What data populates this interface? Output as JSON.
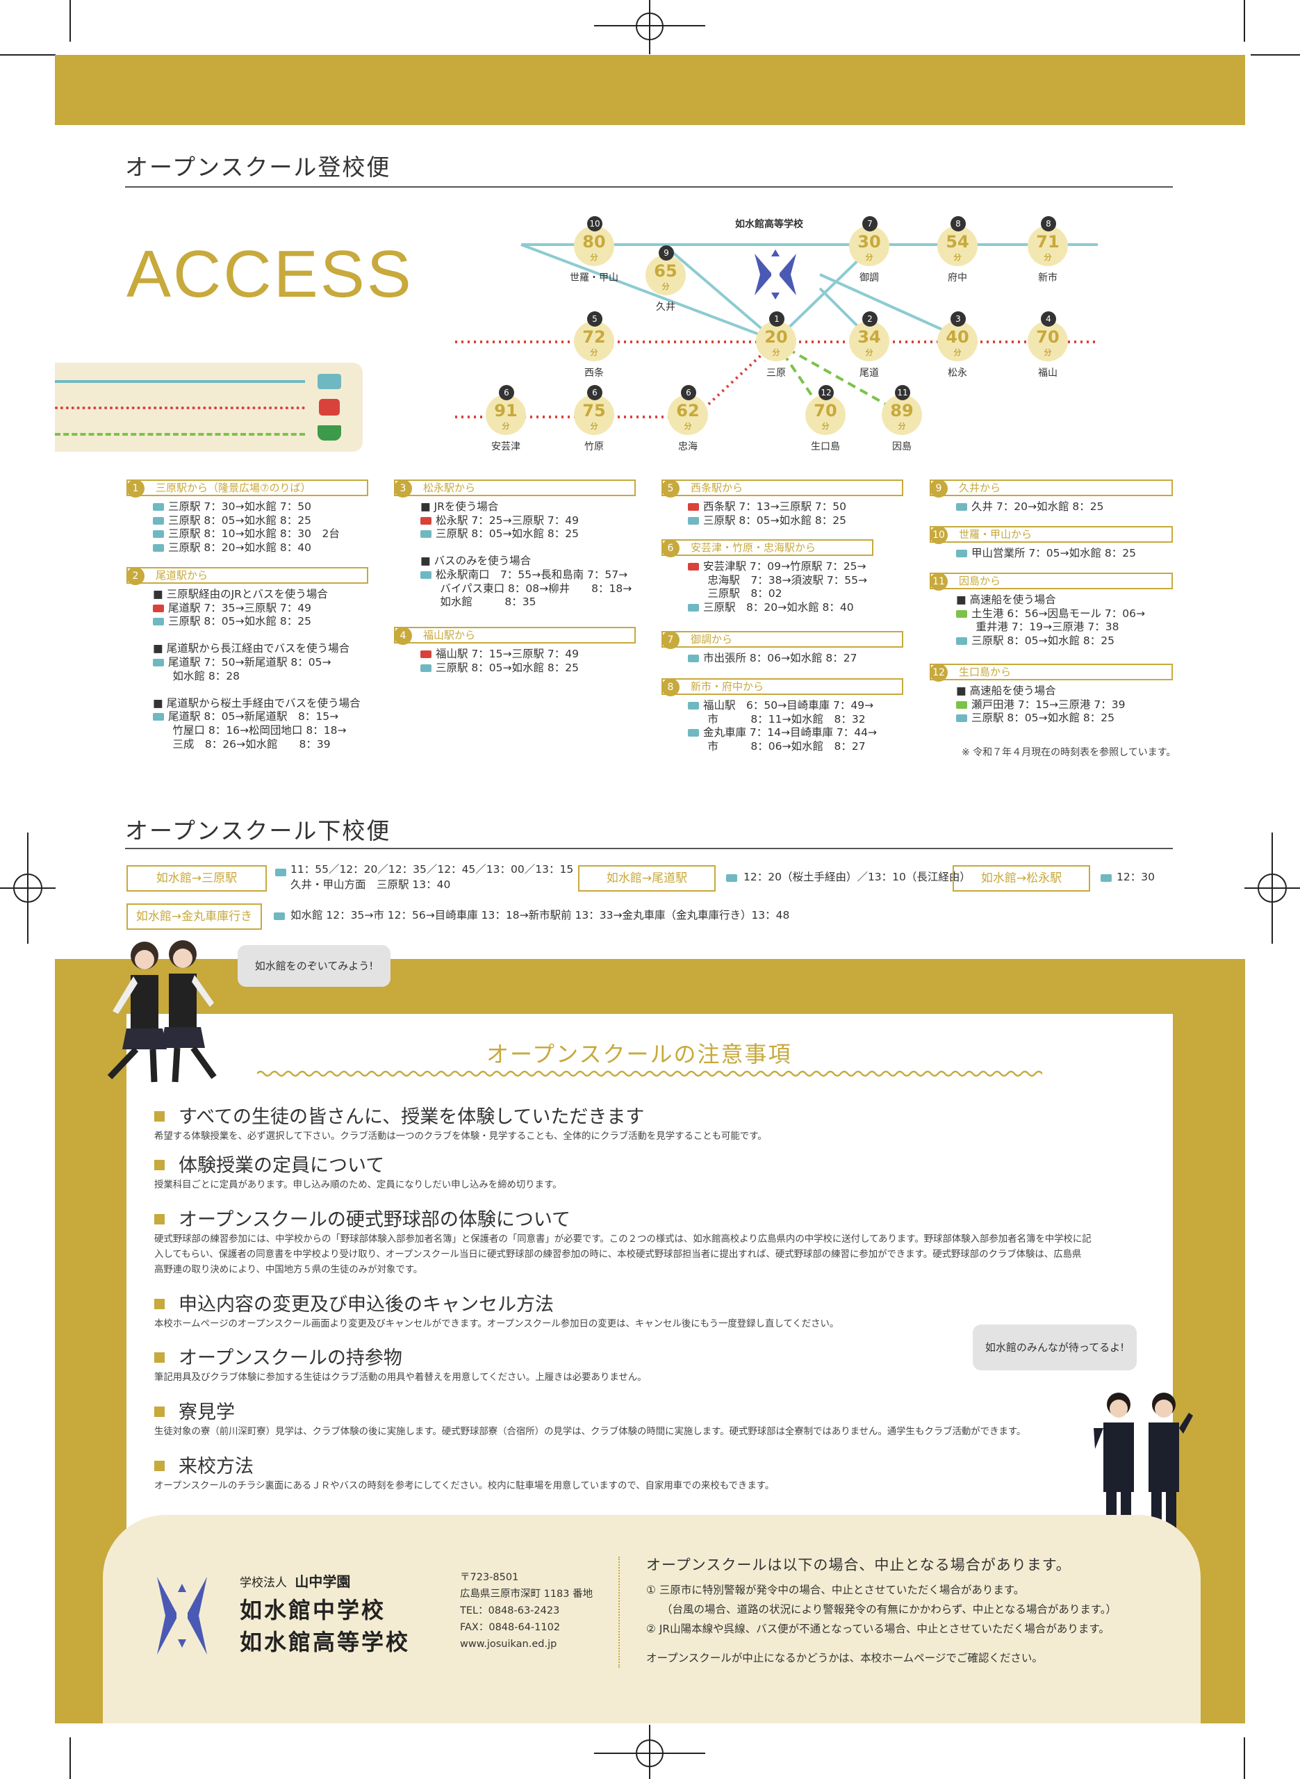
{
  "section1_title": "オープンスクール登校便",
  "access_word": "ACCESS",
  "school_label": "如水館高等学校",
  "map_nodes": [
    {
      "label": "世羅・甲山",
      "num": "10",
      "min": "80"
    },
    {
      "label": "久井",
      "num": "9",
      "min": "65"
    },
    {
      "label": "御調",
      "num": "7",
      "min": "30"
    },
    {
      "label": "府中",
      "num": "8",
      "min": "54"
    },
    {
      "label": "新市",
      "num": "8",
      "min": "71"
    },
    {
      "label": "西条",
      "num": "5",
      "min": "72"
    },
    {
      "label": "三原",
      "num": "1",
      "min": "20"
    },
    {
      "label": "尾道",
      "num": "2",
      "min": "34"
    },
    {
      "label": "松永",
      "num": "3",
      "min": "40"
    },
    {
      "label": "福山",
      "num": "4",
      "min": "70"
    },
    {
      "label": "安芸津",
      "num": "6",
      "min": "91"
    },
    {
      "label": "竹原",
      "num": "6",
      "min": "75"
    },
    {
      "label": "忠海",
      "num": "6",
      "min": "62"
    },
    {
      "label": "生口島",
      "num": "12",
      "min": "70"
    },
    {
      "label": "因島",
      "num": "11",
      "min": "89"
    }
  ],
  "min_unit": "分",
  "routes": [
    {
      "num": "1",
      "title": "三原駅から（隆景広場⑦のりば）",
      "lines": "[bus]三原駅 7：30→如水館 7：50\n[bus]三原駅 8：05→如水館 8：25\n[bus]三原駅 8：10→如水館 8：30　2台\n[bus]三原駅 8：20→如水館 8：40"
    },
    {
      "num": "2",
      "title": "尾道駅から",
      "lines": "■ 三原駅経由のJRとバスを使う場合\n[train]尾道駅 7：35→三原駅 7：49\n[bus]三原駅 8：05→如水館 8：25\n\n■ 尾道駅から長江経由でバスを使う場合\n[bus]尾道駅 7：50→新尾道駅 8：05→\n　 如水館 8：28\n\n■ 尾道駅から桜土手経由でバスを使う場合\n[bus]尾道駅 8：05→新尾道駅　8：15→\n　 竹屋口 8：16→松岡団地口 8：18→\n　 三成　8：26→如水館　　8：39"
    },
    {
      "num": "3",
      "title": "松永駅から",
      "lines": "■ JRを使う場合\n[train]松永駅 7：25→三原駅 7：49\n[bus]三原駅 8：05→如水館 8：25\n\n■ バスのみを使う場合\n[bus]松永駅南口　7：55→長和島南 7：57→\n　 バイパス東口 8：08→柳井　　8：18→\n　 如水館　　　8：35"
    },
    {
      "num": "4",
      "title": "福山駅から",
      "lines": "[train]福山駅 7：15→三原駅 7：49\n[bus]三原駅 8：05→如水館 8：25"
    },
    {
      "num": "5",
      "title": "西条駅から",
      "lines": "[train]西条駅 7：13→三原駅 7：50\n[bus]三原駅 8：05→如水館 8：25"
    },
    {
      "num": "6",
      "title": "安芸津・竹原・忠海駅から",
      "lines": "[train]安芸津駅 7：09→竹原駅 7：25→\n　 忠海駅　7：38→須波駅 7：55→\n　 三原駅　8：02\n[bus]三原駅　8：20→如水館 8：40"
    },
    {
      "num": "7",
      "title": "御調から",
      "lines": "[bus]市出張所 8：06→如水館 8：27"
    },
    {
      "num": "8",
      "title": "新市・府中から",
      "lines": "[bus]福山駅　6：50→目崎車庫 7：49→\n　 市　　　8：11→如水館　8：32\n[bus]金丸車庫 7：14→目崎車庫 7：44→\n　 市　　　8：06→如水館　8：27"
    },
    {
      "num": "9",
      "title": "久井から",
      "lines": "[bus]久井 7：20→如水館 8：25"
    },
    {
      "num": "10",
      "title": "世羅・甲山から",
      "lines": "[bus]甲山営業所 7：05→如水館 8：25"
    },
    {
      "num": "11",
      "title": "因島から",
      "lines": "■ 高速船を使う場合\n[ship]土生港 6：56→因島モール 7：06→\n　 重井港 7：19→三原港 7：38\n[bus]三原駅 8：05→如水館 8：25"
    },
    {
      "num": "12",
      "title": "生口島から",
      "lines": "■ 高速船を使う場合\n[ship]瀬戸田港 7：15→三原港 7：39\n[bus]三原駅 8：05→如水館 8：25"
    }
  ],
  "timetable_note": "※ 令和７年４月現在の時刻表を参照しています。",
  "section2_title": "オープンスクール下校便",
  "departures": [
    {
      "label": "如水館→三原駅",
      "times": "11：55／12：20／12：35／12：45／13：00／13：15\n久井・甲山方面　三原駅 13：40"
    },
    {
      "label": "如水館→尾道駅",
      "times": "12：20（桜土手経由）／13：10（長江経由）"
    },
    {
      "label": "如水館→松永駅",
      "times": "12：30"
    },
    {
      "label": "如水館→金丸車庫行き",
      "times": "如水館 12：35→市 12：56→目崎車庫 13：18→新市駅前 13：33→金丸車庫（金丸車庫行き）13：48"
    }
  ],
  "bubble1": "如水館をのぞいてみよう!",
  "bubble2": "如水館のみんなが待ってるよ!",
  "notes_title": "オープンスクールの注意事項",
  "notes": [
    {
      "h": "すべての生徒の皆さんに、授業を体験していただきます",
      "b": "希望する体験授業を、必ず選択して下さい。クラブ活動は一つのクラブを体験・見学することも、全体的にクラブ活動を見学することも可能です。"
    },
    {
      "h": "体験授業の定員について",
      "b": "授業科目ごとに定員があります。申し込み順のため、定員になりしだい申し込みを締め切ります。"
    },
    {
      "h": "オープンスクールの硬式野球部の体験について",
      "b": "硬式野球部の練習参加には、中学校からの「野球部体験入部参加者名簿」と保護者の「同意書」が必要です。この２つの様式は、如水館高校より広島県内の中学校に送付してあります。野球部体験入部参加者名簿を中学校に記\n入してもらい、保護者の同意書を中学校より受け取り、オープンスクール当日に硬式野球部の練習参加の時に、本校硬式野球部担当者に提出すれば、硬式野球部の練習に参加ができます。硬式野球部のクラブ体験は、広島県\n高野連の取り決めにより、中国地方５県の生徒のみが対象です。"
    },
    {
      "h": "申込内容の変更及び申込後のキャンセル方法",
      "b": "本校ホームページのオープンスクール画面より変更及びキャンセルができます。オープンスクール参加日の変更は、キャンセル後にもう一度登録し直してください。"
    },
    {
      "h": "オープンスクールの持参物",
      "b": "筆記用具及びクラブ体験に参加する生徒はクラブ活動の用具や着替えを用意してください。上履きは必要ありません。"
    },
    {
      "h": "寮見学",
      "b": "生徒対象の寮（前川深町寮）見学は、クラブ体験の後に実施します。硬式野球部寮（合宿所）の見学は、クラブ体験の時間に実施します。硬式野球部は全寮制ではありません。通学生もクラブ活動ができます。"
    },
    {
      "h": "来校方法",
      "b": "オープンスクールのチラシ裏面にあるＪＲやバスの時刻を参考にしてください。校内に駐車場を用意していますので、自家用車での来校もできます。"
    }
  ],
  "footer": {
    "corp_prefix": "学校法人",
    "corp_name": "山中学園",
    "school1": "如水館中学校",
    "school2": "如水館高等学校",
    "postal": "〒723-8501",
    "address": "広島県三原市深町 1183 番地",
    "tel": "TEL：0848-63-2423",
    "fax": "FAX：0848-64-1102",
    "web": "www.josuikan.ed.jp",
    "cancel_title": "オープンスクールは以下の場合、中止となる場合があります。",
    "cancel1": "① 三原市に特別警報が発令中の場合、中止とさせていただく場合があります。",
    "cancel1b": "（台風の場合、道路の状況により警報発令の有無にかかわらず、中止となる場合があります。）",
    "cancel2": "② JR山陽本線や呉線、バス便が不通となっている場合、中止とさせていただく場合があります。",
    "cancel3": "オープンスクールが中止になるかどうかは、本校ホームページでご確認ください。"
  },
  "colors": {
    "gold": "#c7a93c",
    "cream": "#f3ecd2",
    "bus": "#6fb8c2",
    "train": "#d9423b",
    "ship": "#7cc24a",
    "logo": "#4a59b3"
  }
}
